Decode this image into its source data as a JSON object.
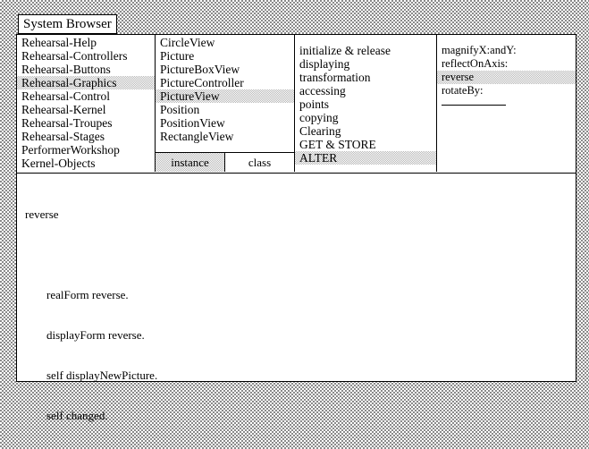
{
  "window": {
    "title": "System Browser"
  },
  "categories": [
    {
      "label": "Rehearsal-Help",
      "selected": false
    },
    {
      "label": "Rehearsal-Controllers",
      "selected": false
    },
    {
      "label": "Rehearsal-Buttons",
      "selected": false
    },
    {
      "label": "Rehearsal-Graphics",
      "selected": true
    },
    {
      "label": "Rehearsal-Control",
      "selected": false
    },
    {
      "label": "Rehearsal-Kernel",
      "selected": false
    },
    {
      "label": "Rehearsal-Troupes",
      "selected": false
    },
    {
      "label": "Rehearsal-Stages",
      "selected": false
    },
    {
      "label": "PerformerWorkshop",
      "selected": false
    },
    {
      "label": "Kernel-Objects",
      "selected": false
    }
  ],
  "classes": [
    {
      "label": "CircleView",
      "selected": false
    },
    {
      "label": "Picture",
      "selected": false
    },
    {
      "label": "PictureBoxView",
      "selected": false
    },
    {
      "label": "PictureController",
      "selected": false
    },
    {
      "label": "PictureView",
      "selected": true
    },
    {
      "label": "Position",
      "selected": false
    },
    {
      "label": "PositionView",
      "selected": false
    },
    {
      "label": "RectangleView",
      "selected": false
    }
  ],
  "instance_class_toggle": {
    "instance": "instance",
    "class": "class",
    "selected": "instance"
  },
  "protocols": [
    {
      "label": "initialize & release",
      "selected": false
    },
    {
      "label": "displaying",
      "selected": false
    },
    {
      "label": "transformation",
      "selected": false
    },
    {
      "label": "accessing",
      "selected": false
    },
    {
      "label": "points",
      "selected": false
    },
    {
      "label": "copying",
      "selected": false
    },
    {
      "label": "Clearing",
      "selected": false
    },
    {
      "label": "GET & STORE",
      "selected": false
    },
    {
      "label": "ALTER",
      "selected": true
    }
  ],
  "methods": [
    {
      "label": "magnifyX:andY:",
      "selected": false
    },
    {
      "label": "reflectOnAxis:",
      "selected": false
    },
    {
      "label": "reverse",
      "selected": true
    },
    {
      "label": "rotateBy:",
      "selected": false
    }
  ],
  "code": {
    "header": "reverse",
    "body": [
      "realForm reverse.",
      "displayForm reverse.",
      "self displayNewPicture.",
      "self changed."
    ]
  }
}
